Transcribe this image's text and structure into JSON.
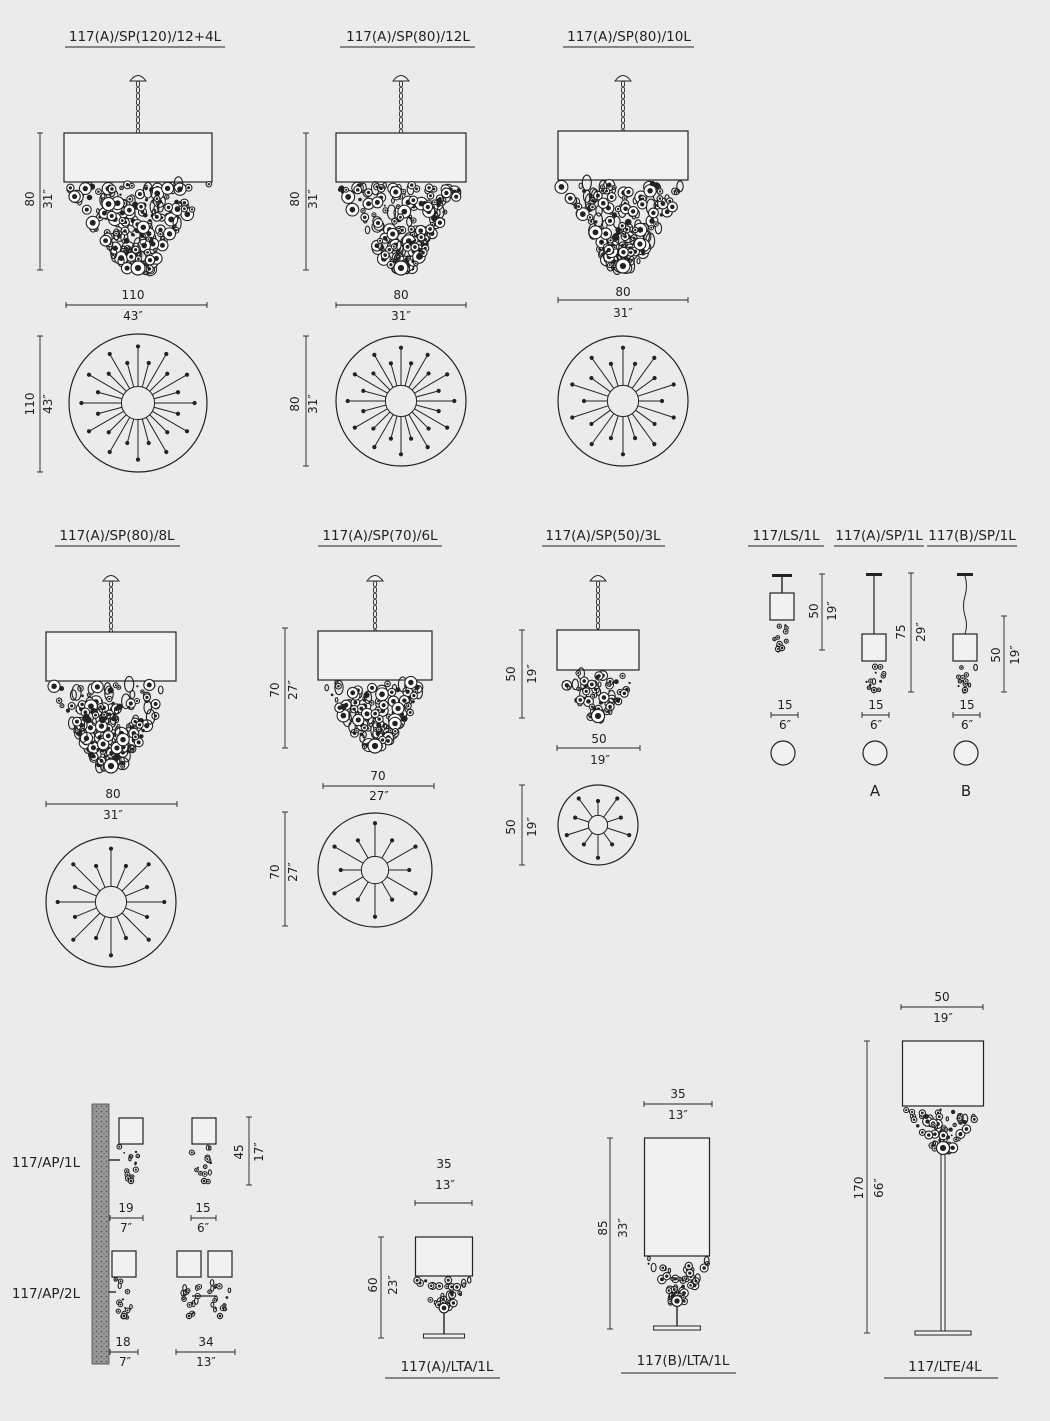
{
  "products": {
    "p1": {
      "code": "117(A)/SP(120)/12+4L",
      "h_cm": "80",
      "h_in": "31″",
      "w_cm": "110",
      "w_in": "43″",
      "d_cm": "110",
      "d_in": "43″"
    },
    "p2": {
      "code": "117(A)/SP(80)/12L",
      "h_cm": "80",
      "h_in": "31″",
      "w_cm": "80",
      "w_in": "31″",
      "d_cm": "80",
      "d_in": "31″"
    },
    "p3": {
      "code": "117(A)/SP(80)/10L",
      "w_cm": "80",
      "w_in": "31″"
    },
    "p4": {
      "code": "117(A)/SP(80)/8L",
      "w_cm": "80",
      "w_in": "31″"
    },
    "p5": {
      "code": "117(A)/SP(70)/6L",
      "h_cm": "70",
      "h_in": "27″",
      "w_cm": "70",
      "w_in": "27″",
      "d_cm": "70",
      "d_in": "27″"
    },
    "p6": {
      "code": "117(A)/SP(50)/3L",
      "h_cm": "50",
      "h_in": "19″",
      "w_cm": "50",
      "w_in": "19″",
      "d_cm": "50",
      "d_in": "19″"
    },
    "p7": {
      "code": "117/LS/1L",
      "h_cm": "50",
      "h_in": "19″",
      "w_cm": "15",
      "w_in": "6″"
    },
    "p8": {
      "code": "117(A)/SP/1L",
      "h_cm": "75",
      "h_in": "29″",
      "w_cm": "15",
      "w_in": "6″",
      "variant": "A"
    },
    "p9": {
      "code": "117(B)/SP/1L",
      "h_cm": "50",
      "h_in": "19″",
      "w_cm": "15",
      "w_in": "6″",
      "variant": "B"
    },
    "p10": {
      "code": "117/AP/1L",
      "h_cm": "45",
      "h_in": "17″",
      "side_cm": "19",
      "side_in": "7″",
      "front_cm": "15",
      "front_in": "6″"
    },
    "p11": {
      "code": "117/AP/2L",
      "side_cm": "18",
      "side_in": "7″",
      "front_cm": "34",
      "front_in": "13″"
    },
    "p12": {
      "code": "117(A)/LTA/1L",
      "h_cm": "60",
      "h_in": "23″",
      "w_cm": "35",
      "w_in": "13″"
    },
    "p13": {
      "code": "117(B)/LTA/1L",
      "h_cm": "85",
      "h_in": "33″",
      "w_cm": "35",
      "w_in": "13″"
    },
    "p14": {
      "code": "117/LTE/4L",
      "h_cm": "170",
      "h_in": "66″",
      "w_cm": "50",
      "w_in": "19″"
    }
  },
  "colors": {
    "background": "#ebebeb",
    "line": "#222222",
    "shade": "#f1f1f1"
  }
}
